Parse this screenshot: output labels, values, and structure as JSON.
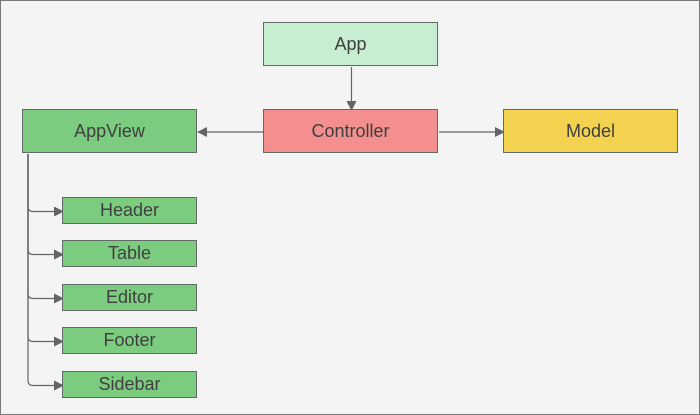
{
  "colors": {
    "app": "#c8eed1",
    "controller": "#f38f8f",
    "model": "#f2d24f",
    "view": "#7ccc7f",
    "edge": "#626468",
    "background": "#f4f4f4"
  },
  "nodes": {
    "app": "App",
    "controller": "Controller",
    "appview": "AppView",
    "model": "Model",
    "header": "Header",
    "table": "Table",
    "editor": "Editor",
    "footer": "Footer",
    "sidebar": "Sidebar"
  },
  "edges": [
    {
      "from": "app",
      "to": "controller"
    },
    {
      "from": "controller",
      "to": "appview"
    },
    {
      "from": "controller",
      "to": "model"
    },
    {
      "from": "appview",
      "to": "header"
    },
    {
      "from": "appview",
      "to": "table"
    },
    {
      "from": "appview",
      "to": "editor"
    },
    {
      "from": "appview",
      "to": "footer"
    },
    {
      "from": "appview",
      "to": "sidebar"
    }
  ]
}
